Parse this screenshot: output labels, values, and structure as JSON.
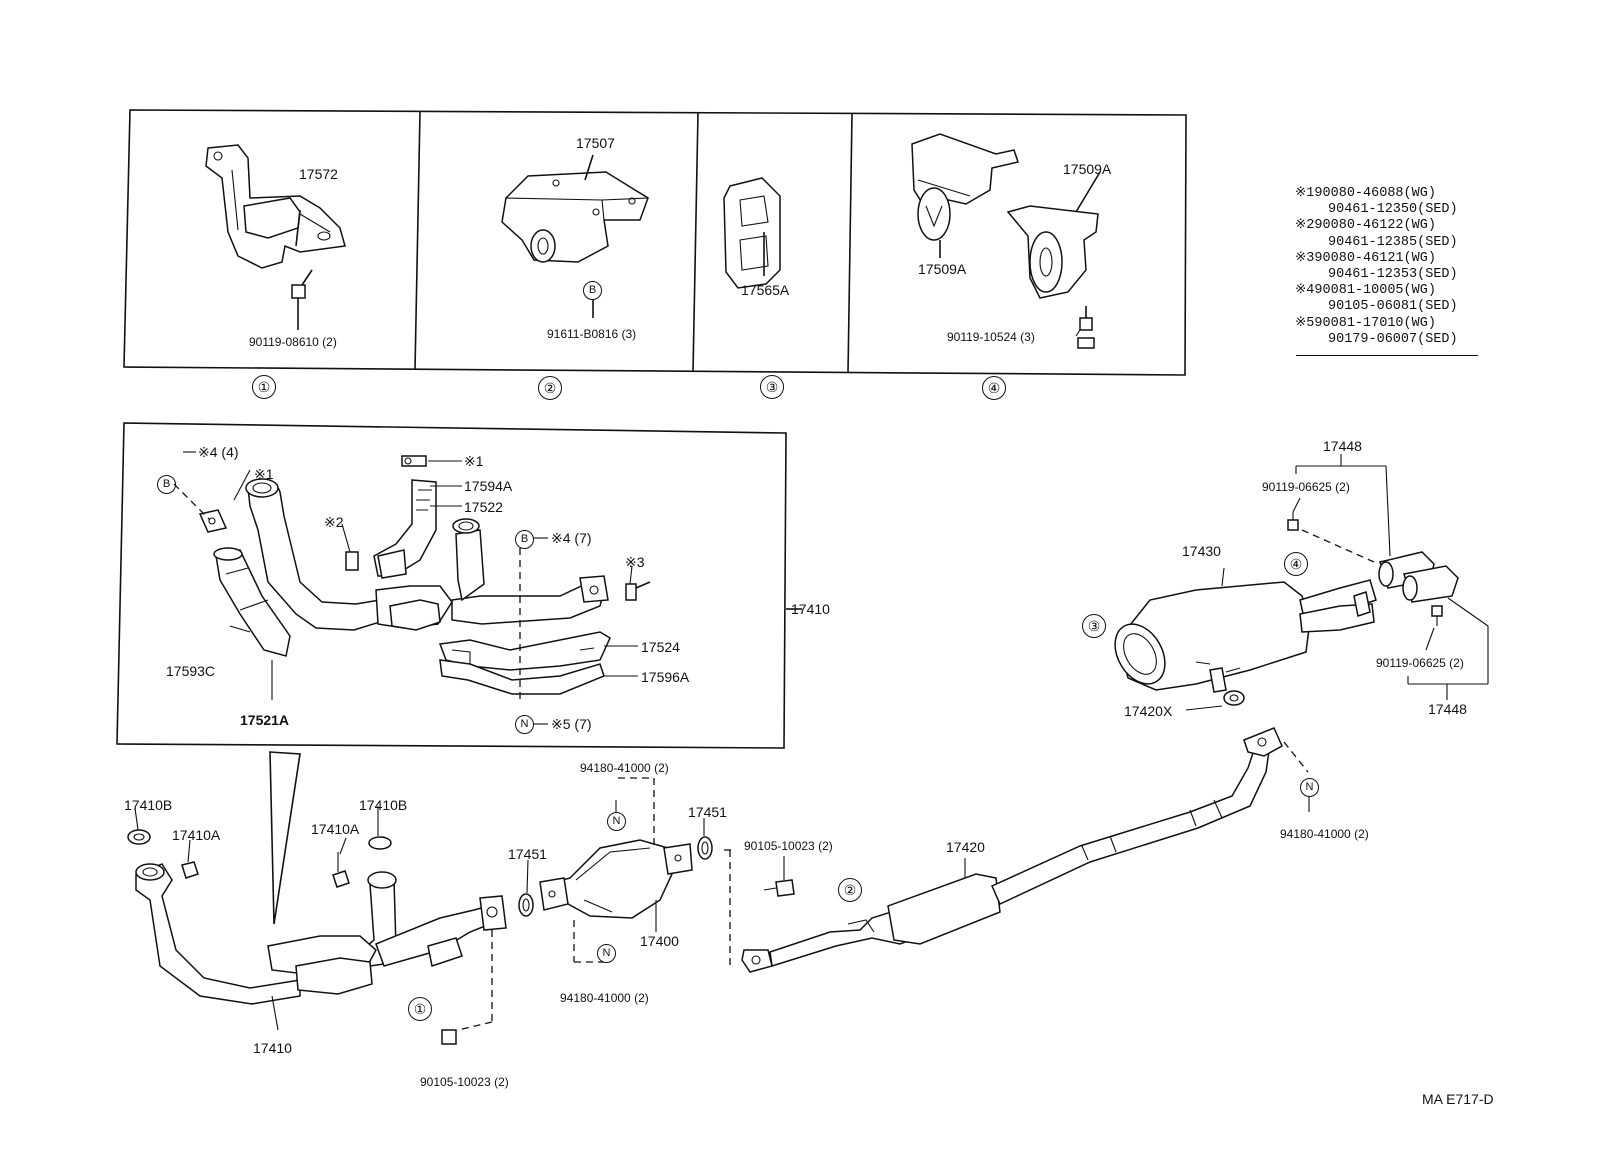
{
  "ref_code": "MA E717-D",
  "insets": [
    {
      "number": "①",
      "part": "17572",
      "bolt": "90119-08610 (2)"
    },
    {
      "number": "②",
      "part": "17507",
      "bolt": "91611-B0816 (3)",
      "bolt_marker": "B"
    },
    {
      "number": "③",
      "part": "17565A"
    },
    {
      "number": "④",
      "part_a": "17509A",
      "part_b": "17509A",
      "bolt": "90119-10524 (3)"
    }
  ],
  "notes": [
    {
      "mark": "※1",
      "wg": "90080-46088(WG)",
      "sed": "90461-12350(SED)"
    },
    {
      "mark": "※2",
      "wg": "90080-46122(WG)",
      "sed": "90461-12385(SED)"
    },
    {
      "mark": "※3",
      "wg": "90080-46121(WG)",
      "sed": "90461-12353(SED)"
    },
    {
      "mark": "※4",
      "wg": "90081-10005(WG)",
      "sed": "90105-06081(SED)"
    },
    {
      "mark": "※5",
      "wg": "90081-17010(WG)",
      "sed": "90179-06007(SED)"
    }
  ],
  "manifold": {
    "assembly": "17410",
    "callouts": {
      "b_top": "B",
      "b_top_ref": "※4 (4)",
      "x1_left": "※1",
      "x1_top": "※1",
      "p17594a": "17594A",
      "p17522": "17522",
      "x2": "※2",
      "b_mid": "B",
      "b_mid_ref": "※4 (7)",
      "x3": "※3",
      "p17524": "17524",
      "p17596a": "17596A",
      "n_bot": "N",
      "n_bot_ref": "※5 (7)",
      "p17593c": "17593C",
      "p17521a": "17521A"
    }
  },
  "lower": {
    "p17410b_l": "17410B",
    "p17410a_l": "17410A",
    "p17410a_r": "17410A",
    "p17410b_r": "17410B",
    "p17410": "17410",
    "circle1": "①",
    "bolt_bottom": "90105-10023 (2)",
    "p17451_l": "17451",
    "p17451_r": "17451",
    "cat_nut_top": "94180-41000 (2)",
    "cat_nut_top_marker": "N",
    "cat_nut_bot": "94180-41000 (2)",
    "cat_nut_bot_marker": "N",
    "p17400": "17400",
    "bolt_mid": "90105-10023 (2)",
    "circle2": "②",
    "p17420": "17420",
    "tail_nut": "94180-41000 (2)",
    "tail_nut_marker": "N"
  },
  "muffler": {
    "p17448_top": "17448",
    "bolt_top": "90119-06625 (2)",
    "circle4": "④",
    "p17430": "17430",
    "circle3": "③",
    "bolt_right": "90119-06625 (2)",
    "p17448_bot": "17448",
    "p17420x": "17420X"
  }
}
